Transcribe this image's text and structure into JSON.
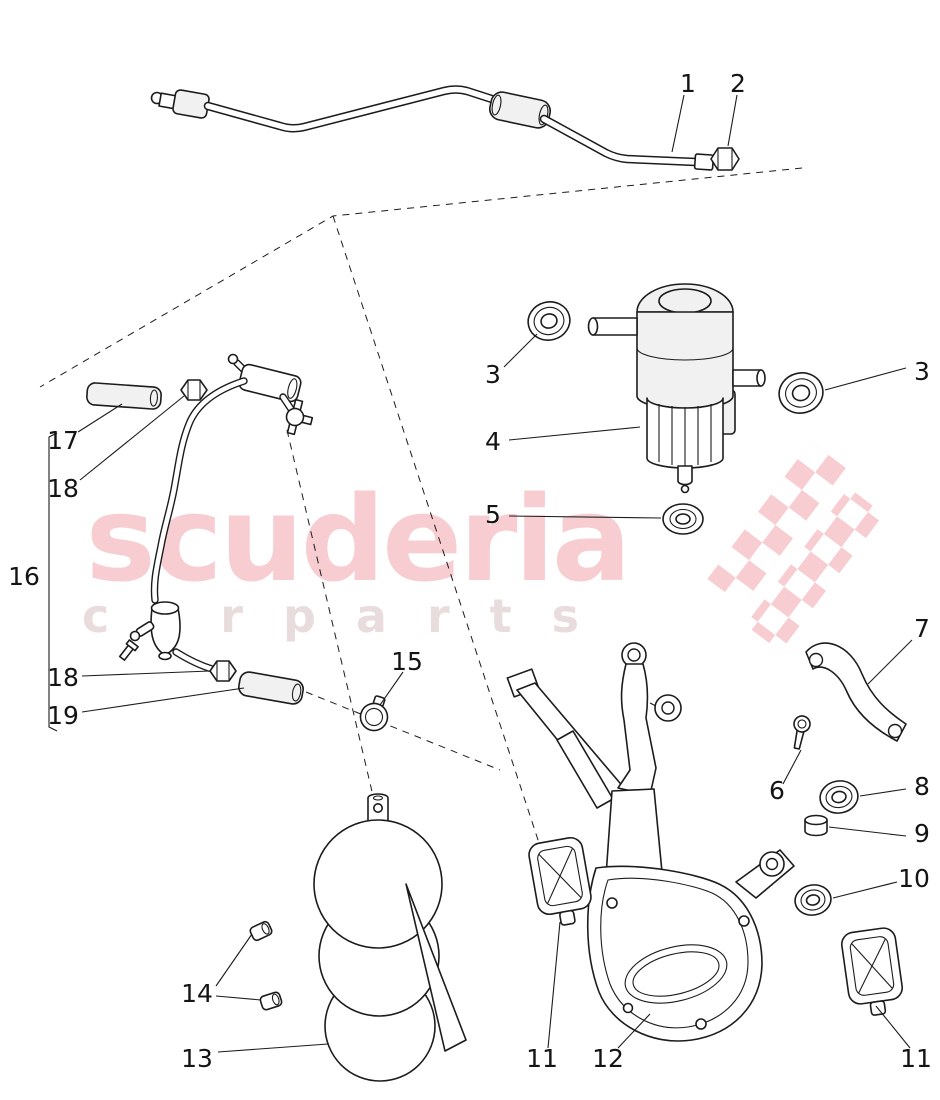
{
  "watermark": {
    "title": "scuderia",
    "subtitle": "carparts"
  },
  "diagram": {
    "callouts": {
      "c1": "1",
      "c2": "2",
      "c3a": "3",
      "c3b": "3",
      "c4": "4",
      "c5": "5",
      "c6": "6",
      "c7": "7",
      "c8": "8",
      "c9": "9",
      "c10": "10",
      "c11a": "11",
      "c11b": "11",
      "c12": "12",
      "c13": "13",
      "c14": "14",
      "c15": "15",
      "c16": "16",
      "c17": "17",
      "c18a": "18",
      "c18b": "18",
      "c19": "19"
    }
  },
  "colors": {
    "line": "#1c1c1c",
    "background": "#ffffff",
    "watermark_pink": "#f7cdd2",
    "watermark_gray": "#e9dcdc"
  }
}
